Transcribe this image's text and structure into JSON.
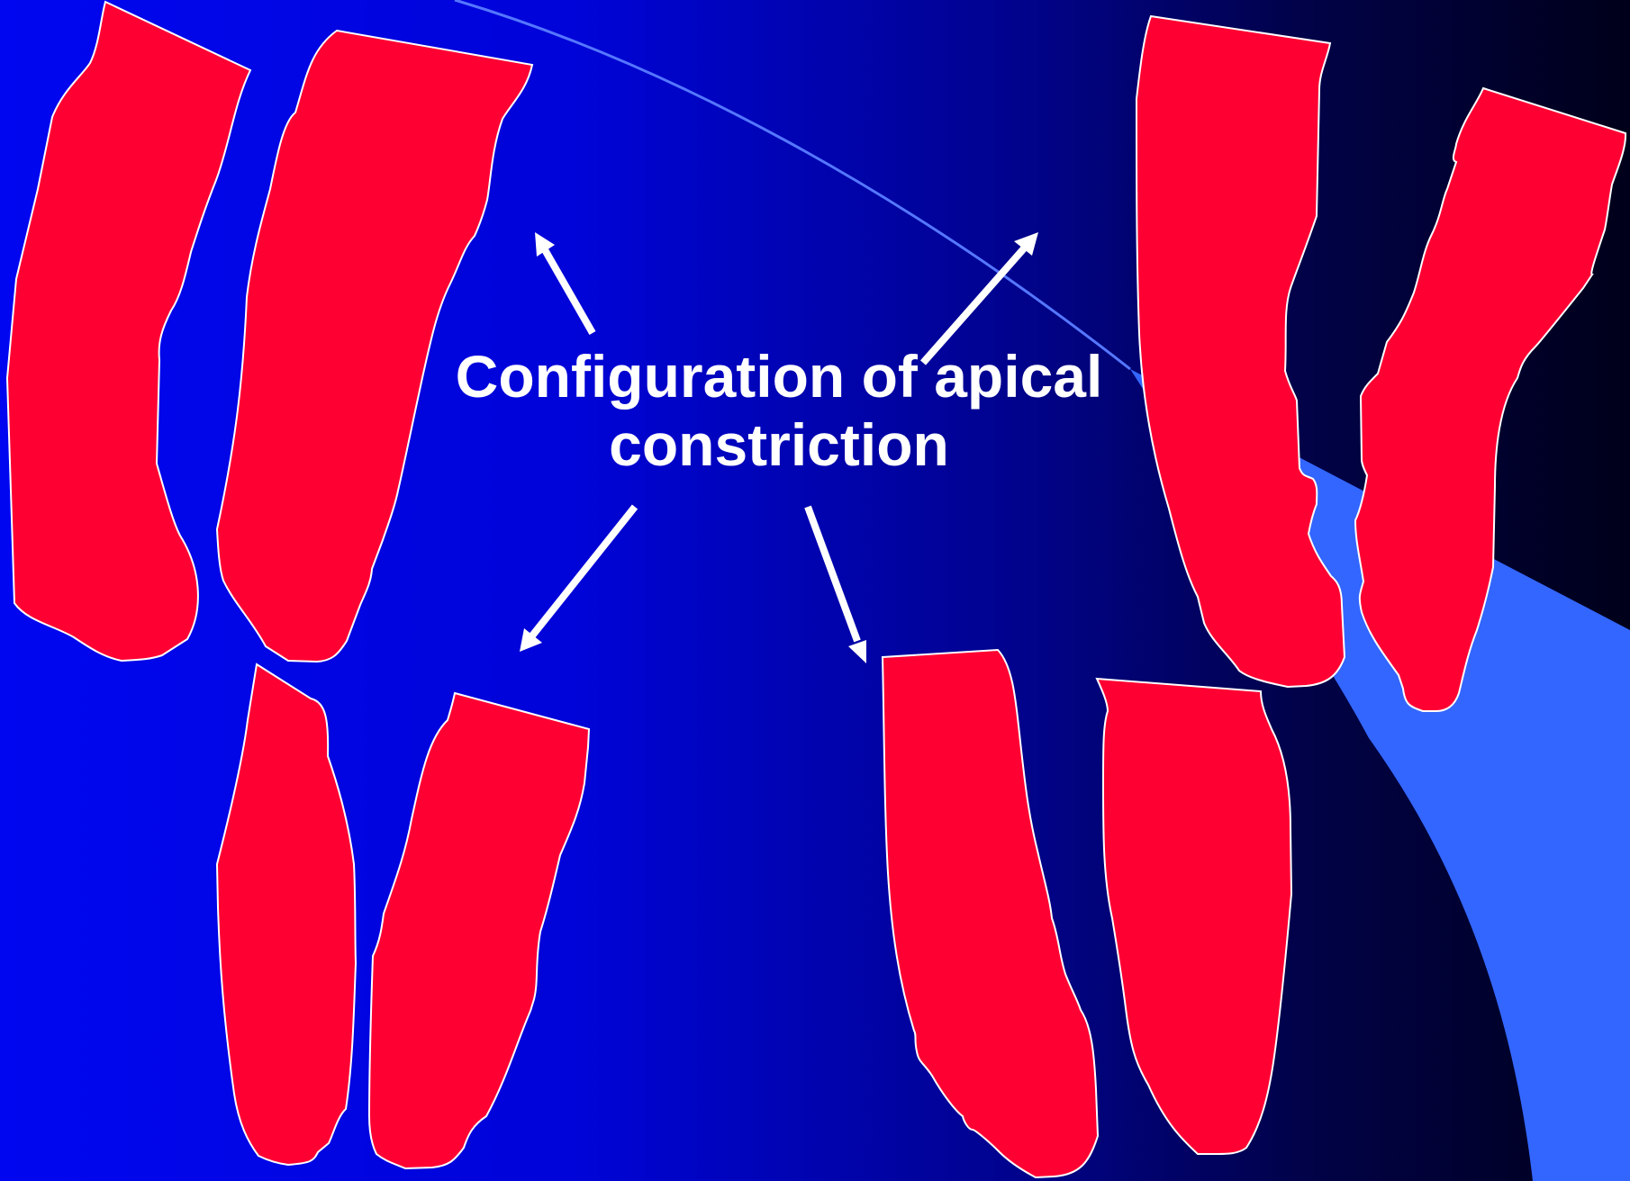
{
  "caption": {
    "line1": "Configuration of apical",
    "line2": "constriction"
  },
  "colors": {
    "background_left": "#0007f0",
    "background_right": "#00001a",
    "root_fill": "#ff0033",
    "root_outline": "#ffffff",
    "swoosh": "#3366ff",
    "arrow": "#ffffff",
    "text": "#ffffff"
  },
  "diagram": {
    "root_pairs": [
      {
        "position": "top-left",
        "root_count": 2
      },
      {
        "position": "bottom-left",
        "root_count": 2
      },
      {
        "position": "top-right",
        "root_count": 2
      },
      {
        "position": "bottom-right",
        "root_count": 2
      }
    ],
    "arrow_count": 4
  }
}
